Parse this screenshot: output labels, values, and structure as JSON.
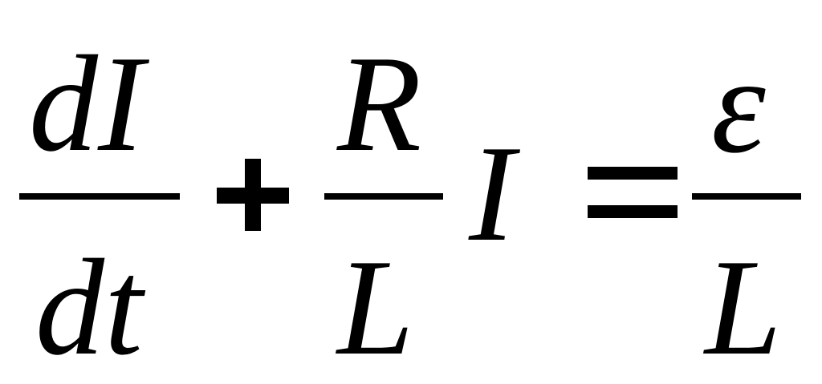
{
  "equation": {
    "fraction_1": {
      "numerator": "dI",
      "denominator": "dt"
    },
    "plus_operator": "+",
    "fraction_2": {
      "numerator": "R",
      "denominator": "L"
    },
    "variable": "I",
    "equals_operator": "=",
    "fraction_3": {
      "numerator": "ε",
      "denominator": "L"
    }
  }
}
